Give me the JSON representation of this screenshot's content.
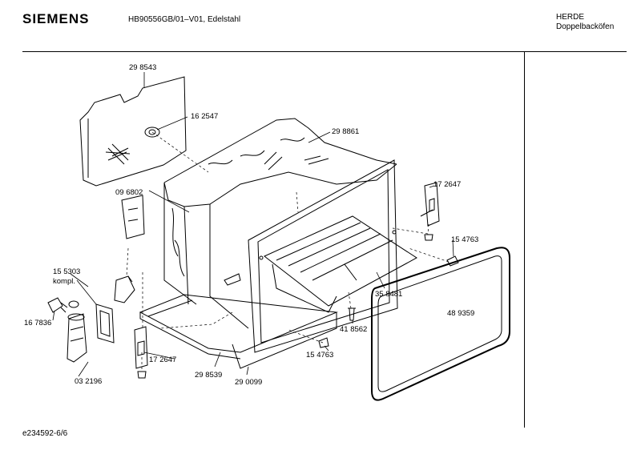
{
  "header": {
    "brand": "SIEMENS",
    "model": "HB90556GB/01–V01, Edelstahl",
    "category_line1": "HERDE",
    "category_line2": "Doppelbacköfen"
  },
  "footer": {
    "doc_id": "e234592-6/6"
  },
  "parts": {
    "p298543": "29 8543",
    "p162547": "16 2547",
    "p298861": "29 8861",
    "p096802": "09 6802",
    "p172647a": "17 2647",
    "p154763a": "15 4763",
    "p155303": "15 5303",
    "kompl": "kompl.",
    "p167836": "16 7836",
    "p358481": "35 8481",
    "p418562": "41 8562",
    "p489359": "48 9359",
    "p154763b": "15 4763",
    "p172647b": "17 2647",
    "p298539": "29 8539",
    "p290099": "29 0099",
    "p032196": "03 2196"
  }
}
